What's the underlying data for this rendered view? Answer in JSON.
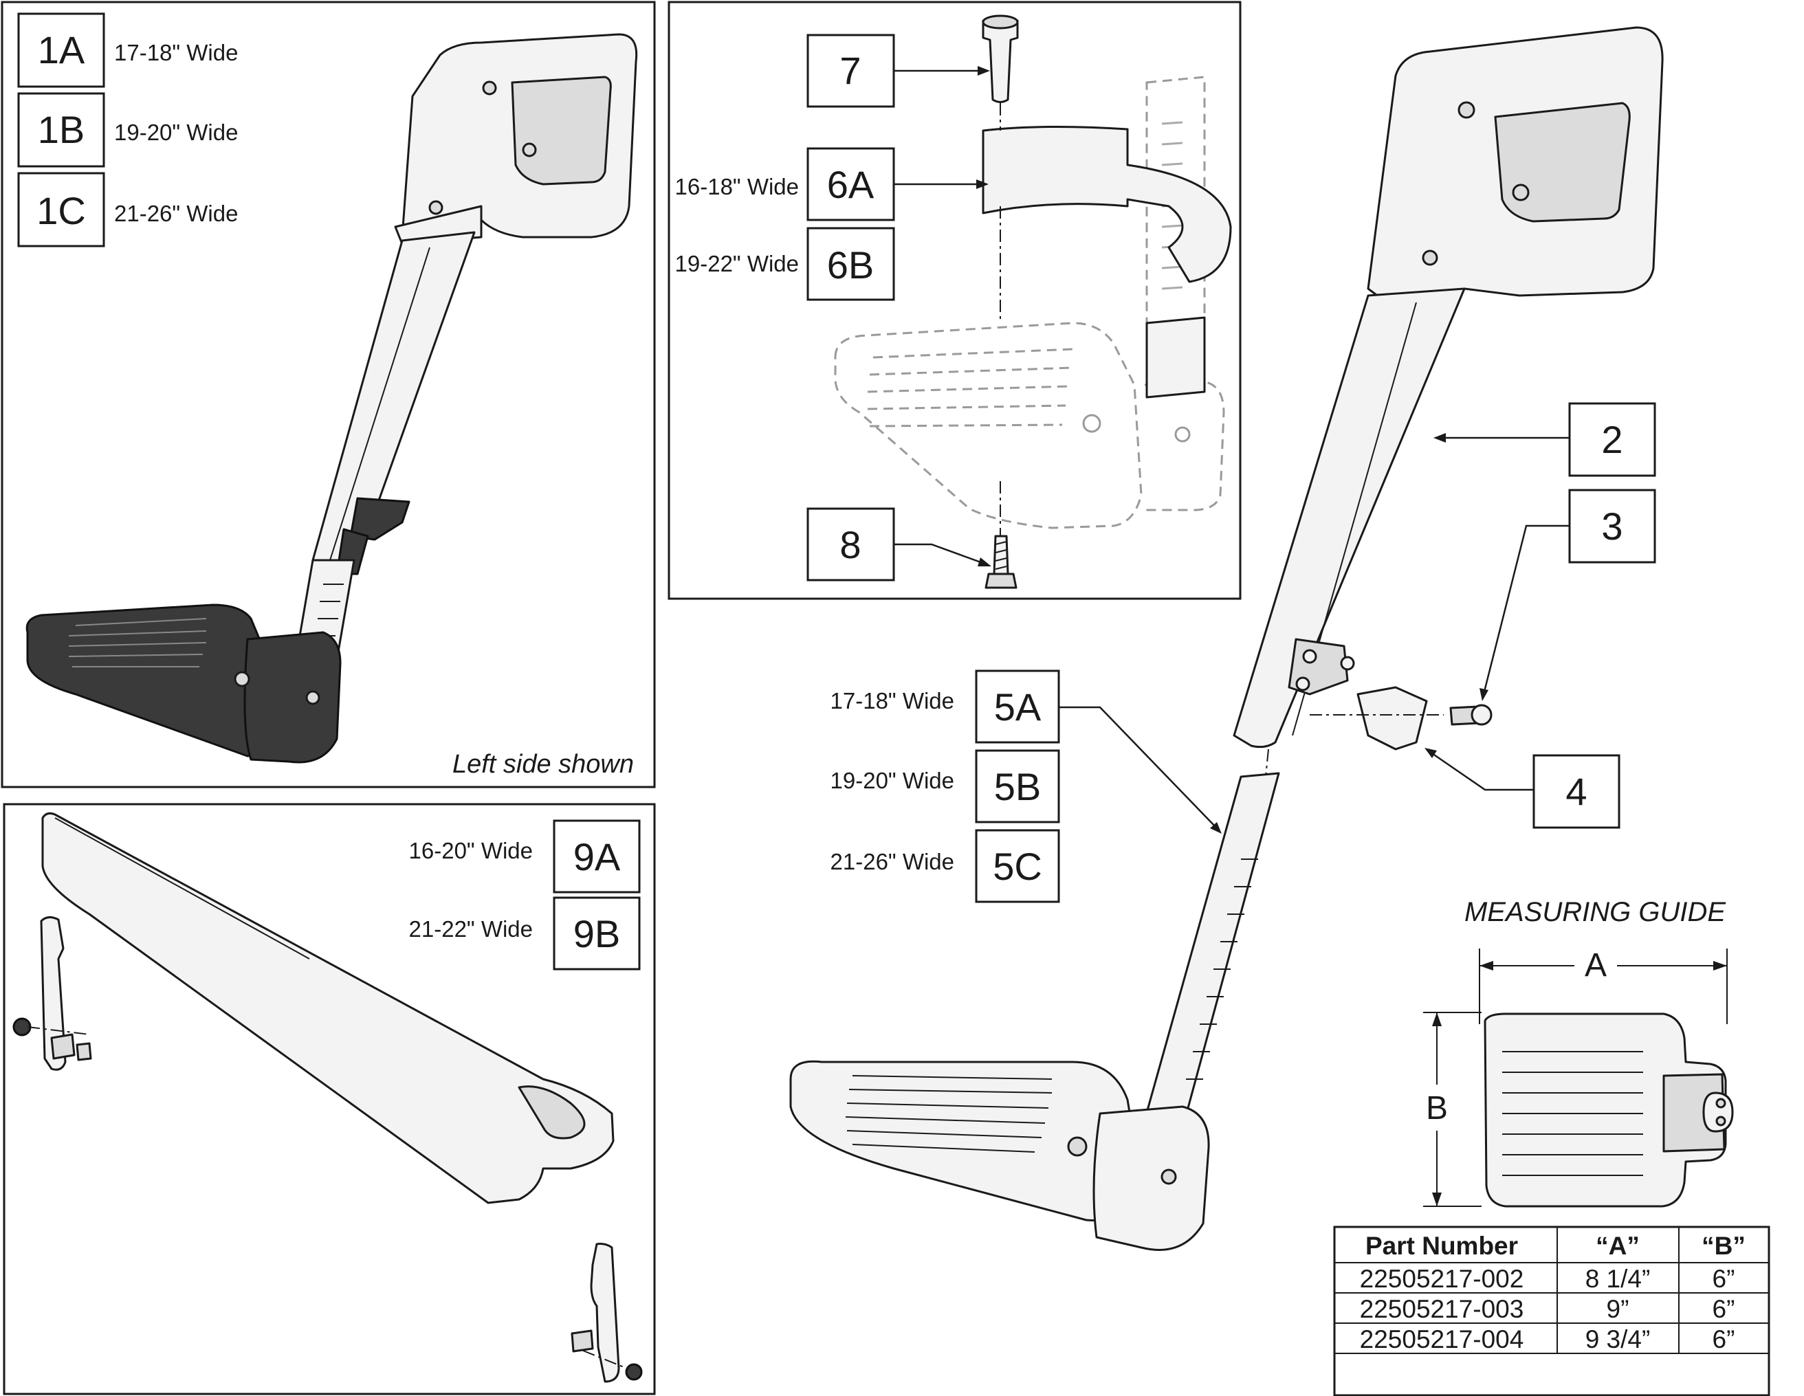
{
  "panel_top_left": {
    "labels": [
      {
        "id": "1A",
        "caption": "17-18\" Wide"
      },
      {
        "id": "1B",
        "caption": "19-20\" Wide"
      },
      {
        "id": "1C",
        "caption": "21-26\" Wide"
      }
    ],
    "note": "Left side shown"
  },
  "panel_top_center": {
    "labels": [
      {
        "id": "7",
        "caption": ""
      },
      {
        "id": "6A",
        "caption": "16-18\" Wide"
      },
      {
        "id": "6B",
        "caption": "19-22\" Wide"
      },
      {
        "id": "8",
        "caption": ""
      }
    ]
  },
  "panel_bottom_left": {
    "labels": [
      {
        "id": "9A",
        "caption": "16-20\" Wide"
      },
      {
        "id": "9B",
        "caption": "21-22\" Wide"
      }
    ]
  },
  "main_assembly": {
    "labels": [
      {
        "id": "2",
        "caption": ""
      },
      {
        "id": "3",
        "caption": ""
      },
      {
        "id": "4",
        "caption": ""
      },
      {
        "id": "5A",
        "caption": "17-18\" Wide"
      },
      {
        "id": "5B",
        "caption": "19-20\" Wide"
      },
      {
        "id": "5C",
        "caption": "21-26\" Wide"
      }
    ]
  },
  "measuring_guide": {
    "title": "MEASURING GUIDE",
    "dim_a": "A",
    "dim_b": "B",
    "table": {
      "headers": [
        "Part Number",
        "“A”",
        "“B”"
      ],
      "rows": [
        [
          "22505217-002",
          "8 1/4”",
          "6”"
        ],
        [
          "22505217-003",
          "9”",
          "6”"
        ],
        [
          "22505217-004",
          "9 3/4”",
          "6”"
        ]
      ]
    }
  }
}
